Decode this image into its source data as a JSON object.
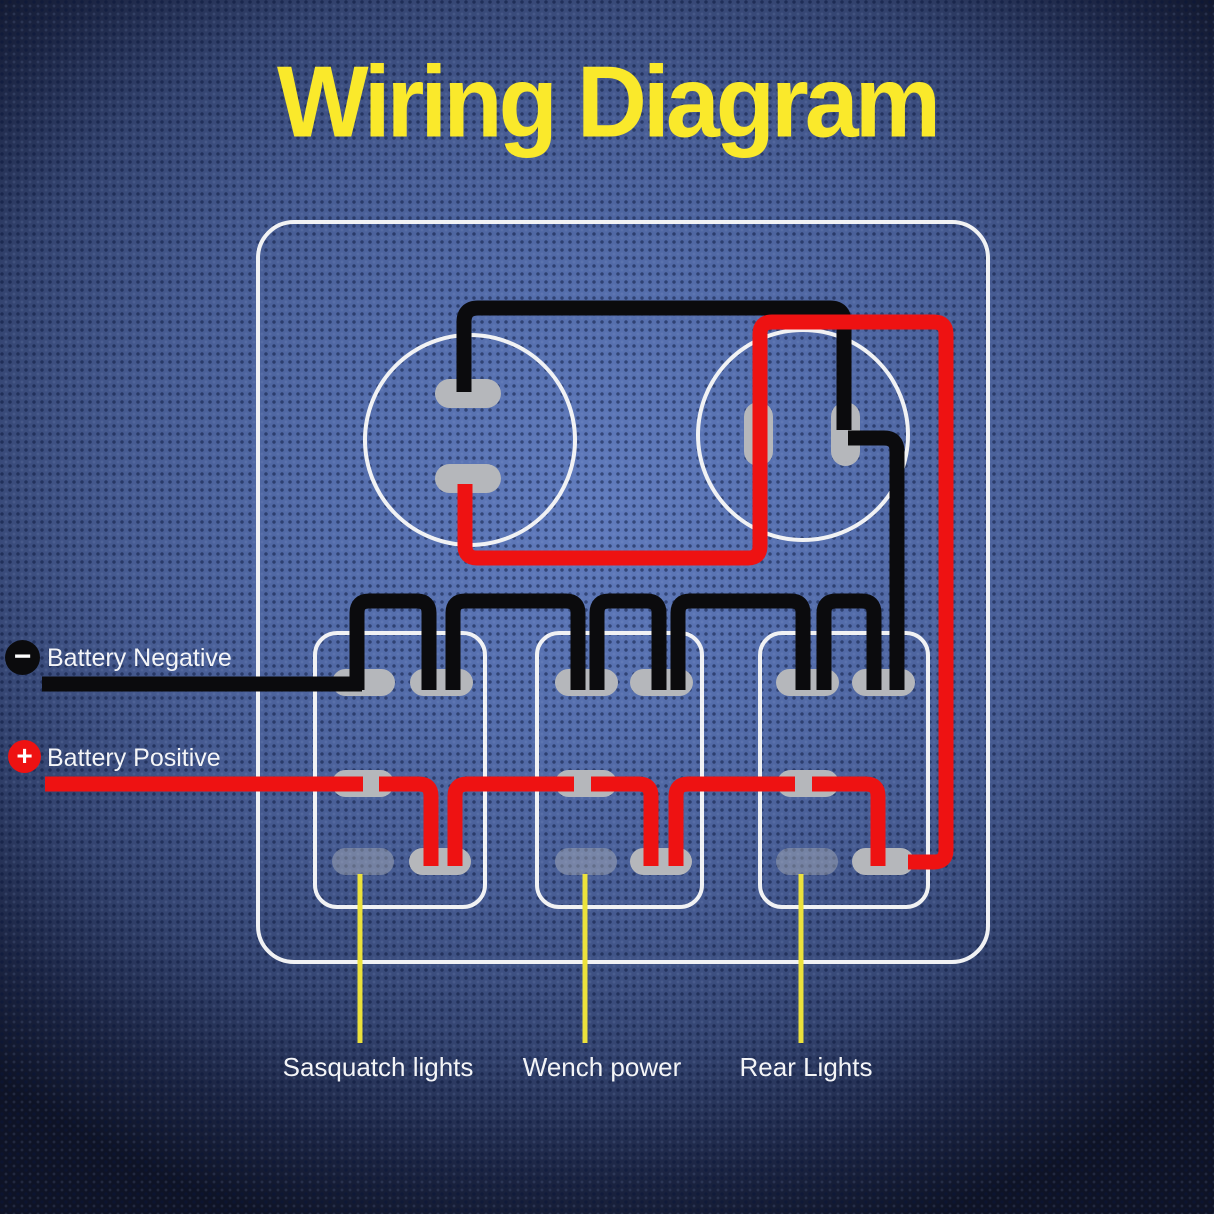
{
  "title": "Wiring Diagram",
  "legend": {
    "negative": {
      "symbol": "−",
      "label": "Battery Negative"
    },
    "positive": {
      "symbol": "+",
      "label": "Battery Positive"
    }
  },
  "switch_labels": [
    {
      "label": "Sasquatch lights"
    },
    {
      "label": "Wench power"
    },
    {
      "label": "Rear Lights"
    }
  ],
  "colors": {
    "background_center": "#617cbe",
    "background_edge": "#0e1326",
    "title": "#fae92b",
    "outline": "#f1f2f4",
    "terminal": "#b5b7bb",
    "terminal_dim": "#b5b7bb",
    "wire_negative": "#0b0b0d",
    "wire_positive": "#ee1212",
    "pointer_line": "#ece23c",
    "label_text": "#f4f5f7"
  }
}
